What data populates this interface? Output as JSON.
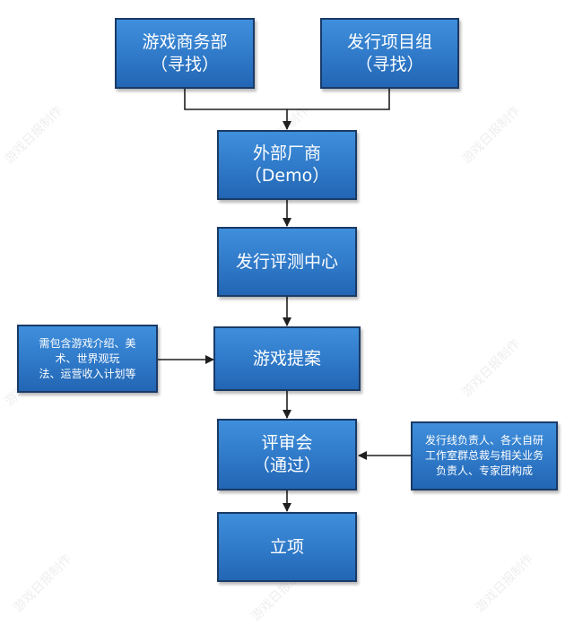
{
  "nodes": {
    "game_bd": {
      "line1": "游戏商务部",
      "line2": "（寻找）"
    },
    "publish_group": {
      "line1": "发行项目组",
      "line2": "（寻找）"
    },
    "external_vendor": {
      "line1": "外部厂商",
      "line2": "（Demo）"
    },
    "eval_center": {
      "line1": "发行评测中心"
    },
    "game_proposal": {
      "line1": "游戏提案"
    },
    "review_meeting": {
      "line1": "评审会",
      "line2": "（通过）"
    },
    "project_approval": {
      "line1": "立项"
    },
    "proposal_note": {
      "line1": "需包含游戏介绍、美",
      "line2": "术、世界观玩",
      "line3": "法、运营收入计划等"
    },
    "review_note": {
      "line1": "发行线负责人、各大自研",
      "line2": "工作室群总裁与相关业务",
      "line3": "负责人、专家团构成"
    }
  },
  "watermark": "游戏日报制作",
  "colors": {
    "node_fill": "#2f79c8",
    "node_border": "#1a3a66",
    "connector": "#1f1f1f"
  }
}
